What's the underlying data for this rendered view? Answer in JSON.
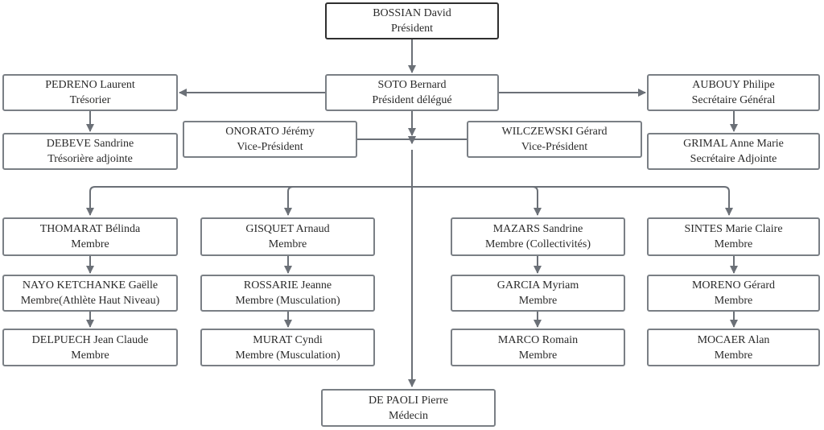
{
  "nodes": {
    "president": {
      "name": "BOSSIAN David",
      "role": "Président"
    },
    "delegate": {
      "name": "SOTO Bernard",
      "role": "Président délégué"
    },
    "treasurer": {
      "name": "PEDRENO Laurent",
      "role": "Trésorier"
    },
    "treasurer_deputy": {
      "name": "DEBEVE Sandrine",
      "role": "Trésorière adjointe"
    },
    "secretary": {
      "name": "AUBOUY Philipe",
      "role": "Secrétaire Général"
    },
    "secretary_deputy": {
      "name": "GRIMAL Anne Marie",
      "role": "Secrétaire Adjointe"
    },
    "vp_left": {
      "name": "ONORATO Jérémy",
      "role": "Vice-Président"
    },
    "vp_right": {
      "name": "WILCZEWSKI Gérard",
      "role": "Vice-Président"
    },
    "m1": {
      "name": "THOMARAT Bélinda",
      "role": "Membre"
    },
    "m2": {
      "name": "NAYO KETCHANKE Gaëlle",
      "role": "Membre(Athlète Haut Niveau)"
    },
    "m3": {
      "name": "DELPUECH Jean Claude",
      "role": "Membre"
    },
    "m4": {
      "name": "GISQUET Arnaud",
      "role": "Membre"
    },
    "m5": {
      "name": "ROSSARIE Jeanne",
      "role": "Membre (Musculation)"
    },
    "m6": {
      "name": "MURAT Cyndi",
      "role": "Membre (Musculation)"
    },
    "m7": {
      "name": "MAZARS Sandrine",
      "role": "Membre (Collectivités)"
    },
    "m8": {
      "name": "GARCIA Myriam",
      "role": "Membre"
    },
    "m9": {
      "name": "MARCO Romain",
      "role": "Membre"
    },
    "m10": {
      "name": "SINTES Marie Claire",
      "role": "Membre"
    },
    "m11": {
      "name": "MORENO Gérard",
      "role": "Membre"
    },
    "m12": {
      "name": "MOCAER Alan",
      "role": "Membre"
    },
    "doctor": {
      "name": "DE PAOLI Pierre",
      "role": "Médecin"
    }
  }
}
